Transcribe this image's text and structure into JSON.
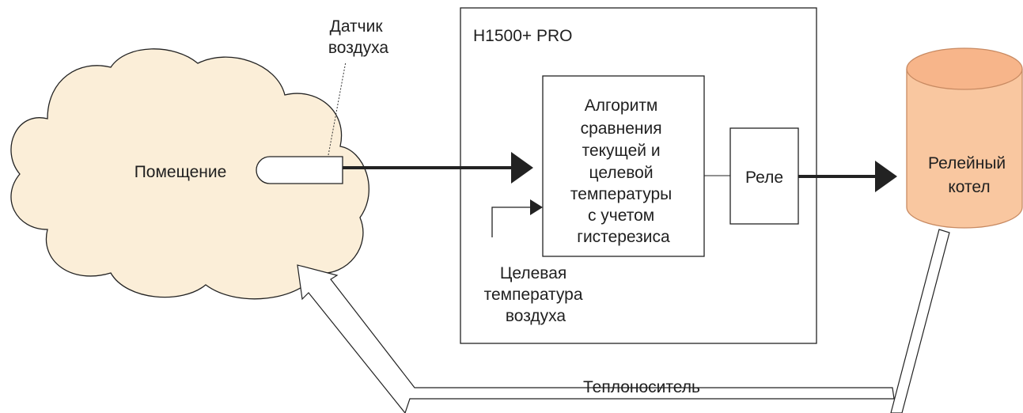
{
  "diagram": {
    "device_title": "H1500+ PRO",
    "algorithm_lines": [
      "Алгоритм",
      "сравнения",
      "текущей и",
      "целевой",
      "температуры",
      "с учетом",
      "гистерезиса"
    ],
    "relay_label": "Реле",
    "room_label": "Помещение",
    "sensor_label_lines": [
      "Датчик",
      "воздуха"
    ],
    "boiler_label_lines": [
      "Релейный",
      "котел"
    ],
    "target_temp_lines": [
      "Целевая",
      "температура",
      "воздуха"
    ],
    "coolant_label": "Теплоноситель",
    "colors": {
      "room_fill": "#fbeed8",
      "boiler_fill": "#f9c7a0",
      "boiler_top": "#f7b58a",
      "line": "#222222"
    }
  }
}
